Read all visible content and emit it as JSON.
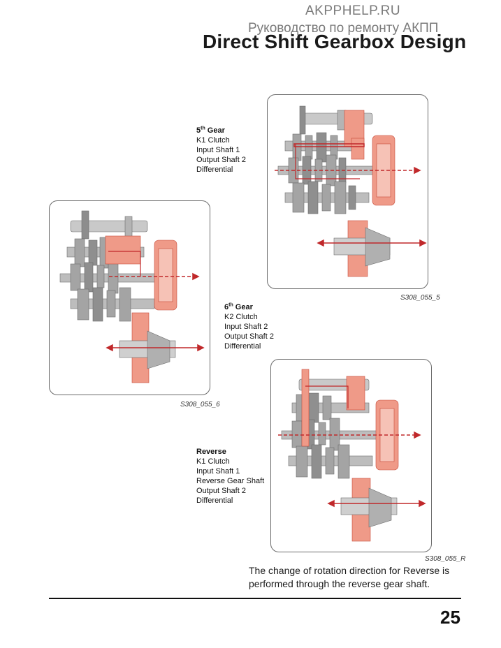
{
  "header": {
    "site": "AKPPHELP.RU",
    "subtitle_ru": "Руководство по ремонту АКПП",
    "title": "Direct Shift Gearbox Design"
  },
  "figures": [
    {
      "id": "fifth_gear",
      "caption": "S308_055_5",
      "legend": {
        "heading_num": "5",
        "heading_sup": "th",
        "heading_word": "Gear",
        "items": [
          "K1 Clutch",
          "Input Shaft 1",
          "Output Shaft 2",
          "Differential"
        ]
      }
    },
    {
      "id": "sixth_gear",
      "caption": "S308_055_6",
      "legend": {
        "heading_num": "6",
        "heading_sup": "th",
        "heading_word": "Gear",
        "items": [
          "K2 Clutch",
          "Input Shaft 2",
          "Output Shaft 2",
          "Differential"
        ]
      }
    },
    {
      "id": "reverse",
      "caption": "S308_055_R",
      "legend": {
        "heading_word": "Reverse",
        "items": [
          "K1 Clutch",
          "Input Shaft 1",
          "Reverse Gear Shaft",
          "Output Shaft 2",
          "Differential"
        ]
      }
    }
  ],
  "body_text": "The change of rotation direction for Reverse is performed through the reverse gear shaft.",
  "page_number": "25",
  "colors": {
    "power_flow": "#e8806d",
    "arrow": "#c0282a",
    "gear_gray": "#9a9a9a",
    "panel_border": "#6b6b6b"
  }
}
